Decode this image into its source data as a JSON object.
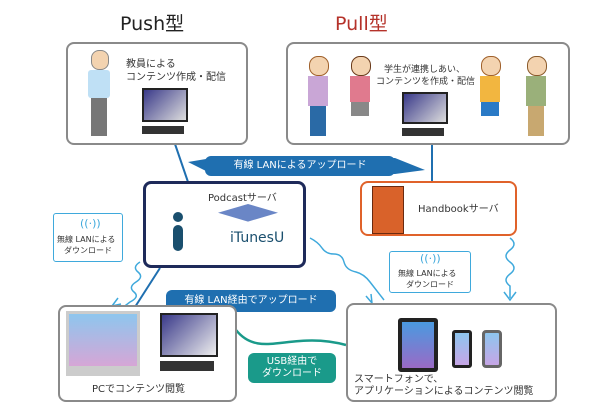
{
  "titles": {
    "push": "Push型",
    "pull": "Pull型"
  },
  "teacher_box": {
    "text": [
      "教員による",
      "コンテンツ作成・配信"
    ]
  },
  "students_box": {
    "text": [
      "学生が連携しあい、",
      "コンテンツを作成・配信"
    ]
  },
  "upload_wired": "有線 LANによるアップロード",
  "podcast_server": {
    "label": "Podcastサーバ",
    "logo": "iTunesU"
  },
  "handbook_server": {
    "label": "Handbookサーバ"
  },
  "wireless_left": [
    "無線 LANによる",
    "ダウンロード"
  ],
  "wireless_right": [
    "無線 LANによる",
    "ダウンロード"
  ],
  "upload_via_wired": "有線 LAN経由でアップロード",
  "usb_download": [
    "USB経由で",
    "ダウンロード"
  ],
  "pc_box": {
    "text": "PCでコンテンツ閲覧"
  },
  "smartphone_box": {
    "text": [
      "スマートフォンで、",
      "アプリケーションによるコンテンツ閲覧"
    ]
  },
  "colors": {
    "blue": "#1f6fb0",
    "pull_red": "#b5322a",
    "navy": "#1e2a5a",
    "orange": "#e0622a",
    "teal": "#1a9a8a"
  }
}
